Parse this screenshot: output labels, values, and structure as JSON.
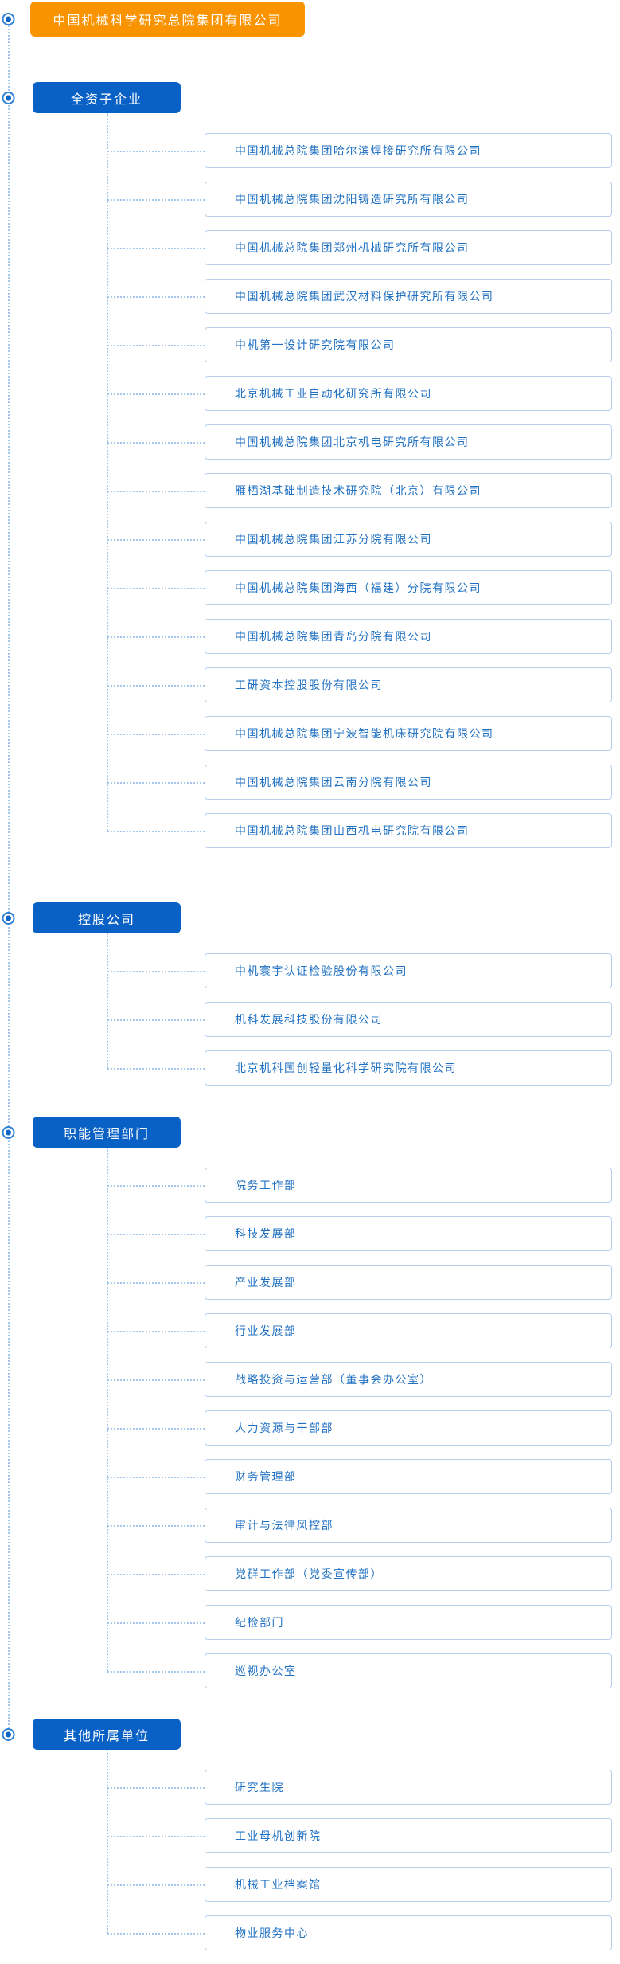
{
  "root": {
    "label": "中国机械科学研究总院集团有限公司"
  },
  "sections": [
    {
      "label": "全资子企业",
      "items": [
        "中国机械总院集团哈尔滨焊接研究所有限公司",
        "中国机械总院集团沈阳铸造研究所有限公司",
        "中国机械总院集团郑州机械研究所有限公司",
        "中国机械总院集团武汉材料保护研究所有限公司",
        "中机第一设计研究院有限公司",
        "北京机械工业自动化研究所有限公司",
        "中国机械总院集团北京机电研究所有限公司",
        "雁栖湖基础制造技术研究院（北京）有限公司",
        "中国机械总院集团江苏分院有限公司",
        "中国机械总院集团海西（福建）分院有限公司",
        "中国机械总院集团青岛分院有限公司",
        "工研资本控股股份有限公司",
        "中国机械总院集团宁波智能机床研究院有限公司",
        "中国机械总院集团云南分院有限公司",
        "中国机械总院集团山西机电研究院有限公司"
      ]
    },
    {
      "label": "控股公司",
      "items": [
        "中机寰宇认证检验股份有限公司",
        "机科发展科技股份有限公司",
        "北京机科国创轻量化科学研究院有限公司"
      ]
    },
    {
      "label": "职能管理部门",
      "items": [
        "院务工作部",
        "科技发展部",
        "产业发展部",
        "行业发展部",
        "战略投资与运营部（董事会办公室）",
        "人力资源与干部部",
        "财务管理部",
        "审计与法律风控部",
        "党群工作部（党委宣传部）",
        "纪检部门",
        "巡视办公室"
      ]
    },
    {
      "label": "其他所属单位",
      "items": [
        "研究生院",
        "工业母机创新院",
        "机械工业档案馆",
        "物业服务中心"
      ]
    }
  ],
  "icons": {
    "bullet": "radio-bullet-icon"
  },
  "colors": {
    "root_bg": "#f99300",
    "section_bg": "#0a61c5",
    "item_text": "#2071c2",
    "item_border": "#b7cfec",
    "connector_line": "#a5c7ec",
    "bullet_core": "#0d66c6",
    "bullet_ring": "#3181d6"
  }
}
